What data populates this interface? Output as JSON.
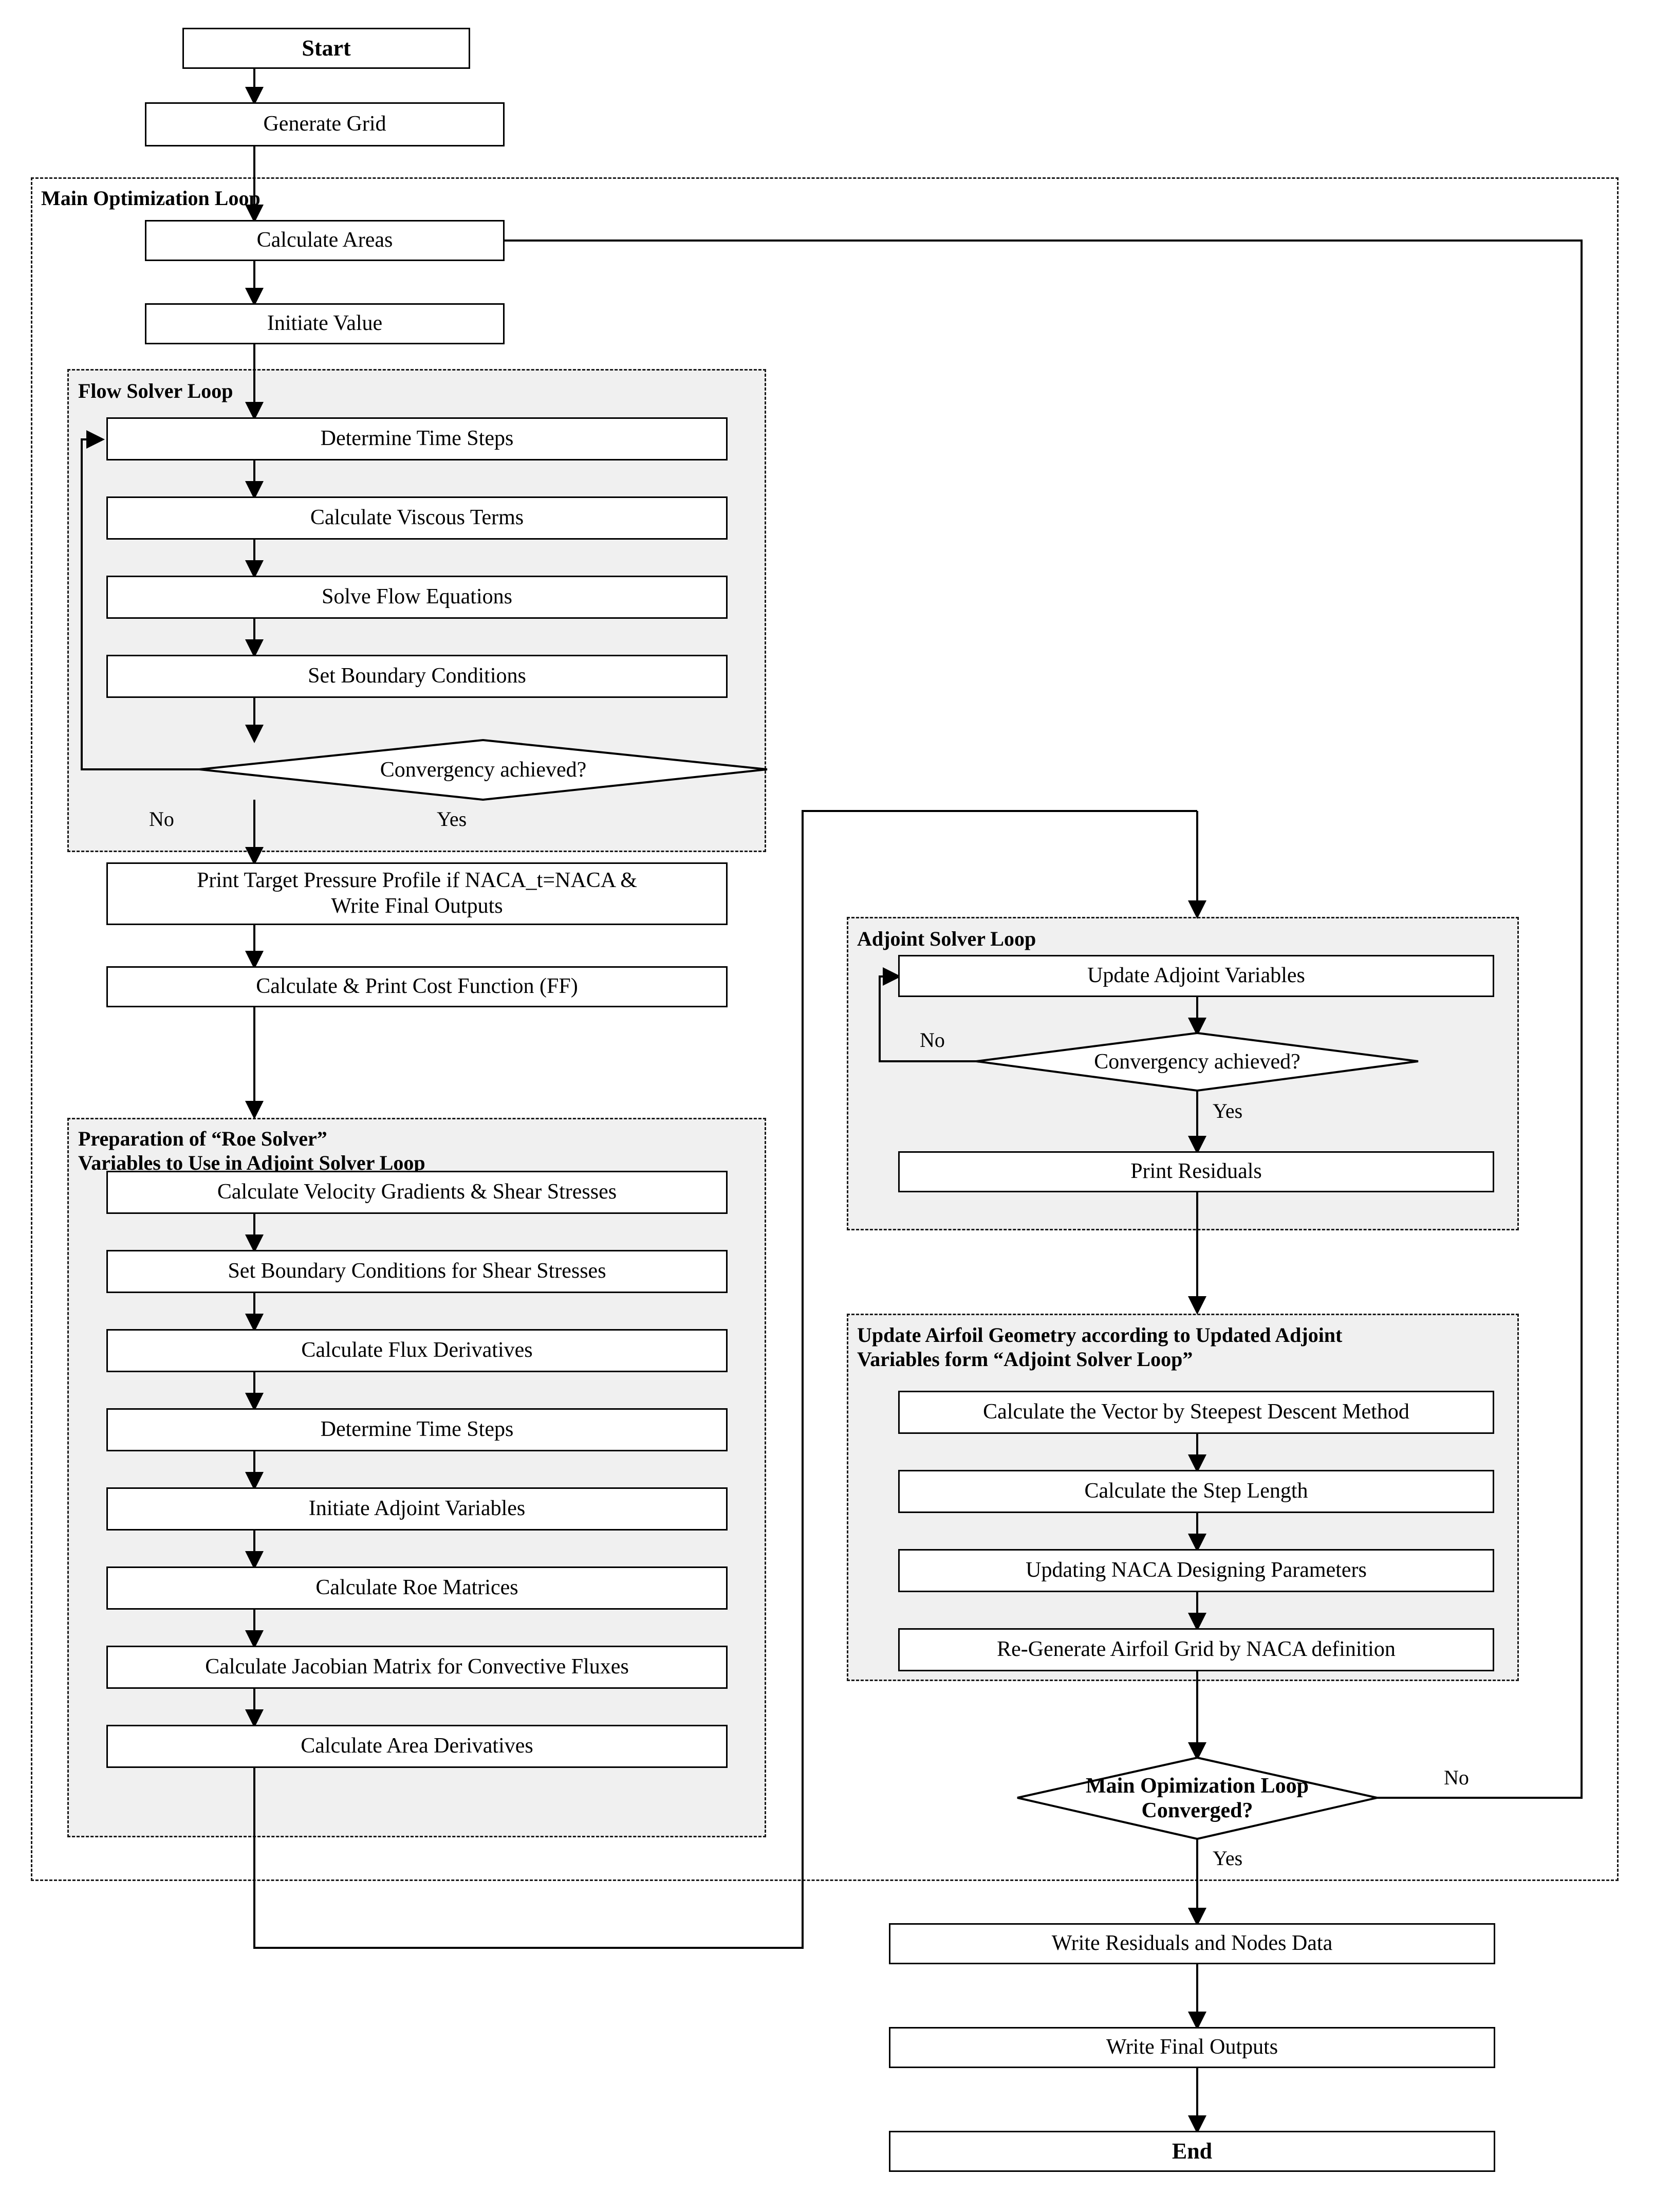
{
  "diagram": {
    "title": "Adjoint-based NACA airfoil optimization flowchart",
    "terminators": {
      "start": "Start",
      "end": "End"
    },
    "groups": {
      "main_loop": {
        "label": "Main Optimization Loop"
      },
      "flow_solver_loop": {
        "label": "Flow Solver Loop"
      },
      "roe_prep": {
        "label": "Preparation of “Roe Solver”\nVariables to Use in Adjoint Solver Loop"
      },
      "adjoint_solver_loop": {
        "label": "Adjoint Solver Loop"
      },
      "update_geometry": {
        "label": "Update Airfoil Geometry according to Updated Adjoint\nVariables form “Adjoint Solver Loop”"
      }
    },
    "nodes": {
      "start": "Start",
      "generate_grid": "Generate Grid",
      "calculate_areas": "Calculate Areas",
      "initiate_value": "Initiate Value",
      "determine_time_steps_flow": "Determine Time Steps",
      "calculate_viscous_terms": "Calculate Viscous Terms",
      "solve_flow_equations": "Solve Flow Equations",
      "set_boundary_conditions": "Set Boundary Conditions",
      "flow_convergency": "Convergency achieved?",
      "print_target_pressure": "Print Target Pressure Profile if NACA_t=NACA &\nWrite Final Outputs",
      "cost_function": "Calculate & Print Cost Function (FF)",
      "velocity_gradients": "Calculate Velocity Gradients & Shear Stresses",
      "bc_shear_stresses": "Set Boundary Conditions for Shear Stresses",
      "flux_derivatives": "Calculate Flux Derivatives",
      "determine_time_steps_roe": "Determine Time Steps",
      "initiate_adjoint_variables": "Initiate Adjoint Variables",
      "roe_matrices": "Calculate Roe Matrices",
      "jacobian_matrix": "Calculate Jacobian Matrix for Convective Fluxes",
      "area_derivatives": "Calculate Area Derivatives",
      "update_adjoint_variables": "Update Adjoint Variables",
      "adjoint_convergency": "Convergency achieved?",
      "print_residuals": "Print Residuals",
      "steepest_descent": "Calculate the Vector by Steepest Descent Method",
      "step_length": "Calculate the Step Length",
      "updating_naca": "Updating NACA Designing Parameters",
      "regenerate_grid": "Re-Generate Airfoil Grid by NACA definition",
      "main_converged": "Main Opimization Loop\nConverged?",
      "write_residuals_nodes": "Write Residuals and Nodes Data",
      "write_final_outputs": "Write Final Outputs",
      "end": "End"
    },
    "edge_labels": {
      "flow_no": "No",
      "flow_yes": "Yes",
      "adjoint_no": "No",
      "adjoint_yes": "Yes",
      "main_no": "No",
      "main_yes": "Yes"
    },
    "colors": {
      "stroke": "#000000",
      "group_fill": "#f0f0f0",
      "node_fill": "#ffffff",
      "page": "#ffffff"
    }
  }
}
